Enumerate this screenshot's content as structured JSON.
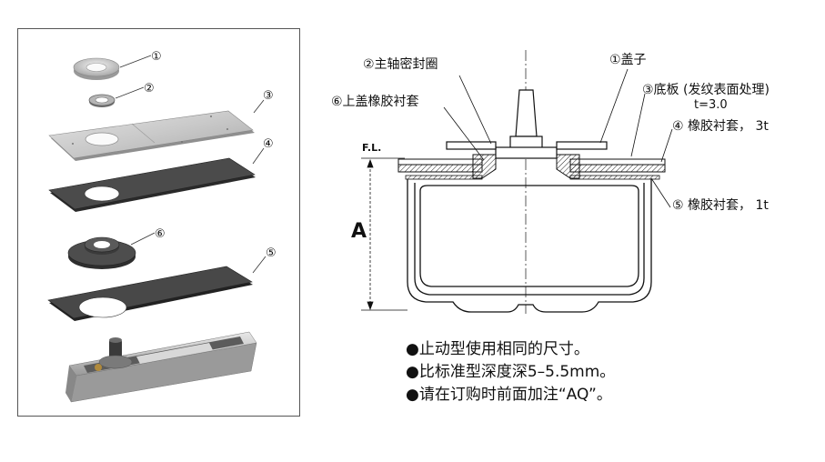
{
  "exploded_view": {
    "callouts": [
      "①",
      "②",
      "③",
      "④",
      "⑥",
      "⑤"
    ]
  },
  "section_view": {
    "labels": {
      "spindle_seal": "②主轴密封圈",
      "cover": "①盖子",
      "top_cover_rubber": "⑥上盖橡胶衬套",
      "base_plate": "③底板 (发纹表面处理)",
      "thickness": "t=3.0",
      "rubber_3t": "④ 橡胶衬套， 3t",
      "rubber_1t": "⑤ 橡胶衬套， 1t",
      "floor_line": "F.L.",
      "dimension": "A"
    }
  },
  "notes": [
    "●止动型使用相同的尺寸。",
    "●比标准型深度深5–5.5mm。",
    "●请在订购时前面加注“AQ”。"
  ]
}
